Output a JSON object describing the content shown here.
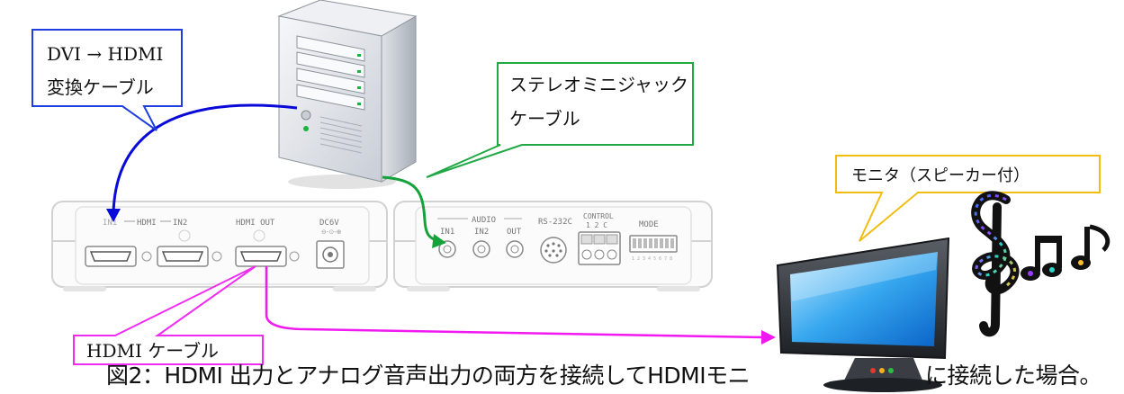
{
  "callouts": {
    "dvi_line1": "DVI → HDMI",
    "dvi_line2": "変換ケーブル",
    "stereo_line1": "ステレオミニジャック",
    "stereo_line2": "ケーブル",
    "monitor": "モニタ（スピーカー付）",
    "hdmi_cable": "HDMI ケーブル"
  },
  "device_labels": {
    "hdmi": "HDMI",
    "in1": "IN1",
    "in2": "IN2",
    "hdmi_out": "HDMI OUT",
    "dc6v": "DC6V",
    "audio": "AUDIO",
    "audio_in1": "IN1",
    "audio_in2": "IN2",
    "audio_out": "OUT",
    "rs232c": "RS-232C",
    "control": "CONTROL",
    "control_pins": "1 2 C",
    "mode": "MODE"
  },
  "caption": {
    "part_a": "図2：HDMI 出力とアナログ音声出力の両方を接続してHDMIモニ",
    "part_b": "に接続した場合。"
  },
  "colors": {
    "dvi_cable": "#0a0ad8",
    "stereo_cable": "#13a33a",
    "hdmi_cable": "#f019f0",
    "monitor_callout": "#f2bd10",
    "dvi_callout": "#1f3fe0",
    "stereo_callout": "#20a845",
    "hdmi_callout": "#f02cf0"
  }
}
